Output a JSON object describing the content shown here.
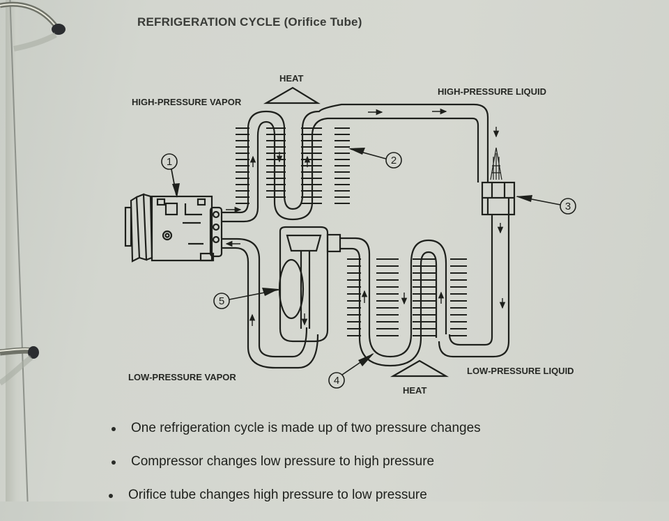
{
  "document": {
    "title": "REFRIGERATION CYCLE (Orifice Tube)"
  },
  "diagram": {
    "labels": {
      "high_pressure_vapor": "HIGH-PRESSURE VAPOR",
      "high_pressure_liquid": "HIGH-PRESSURE LIQUID",
      "low_pressure_vapor": "LOW-PRESSURE VAPOR",
      "low_pressure_liquid": "LOW-PRESSURE LIQUID",
      "heat_top": "HEAT",
      "heat_bottom": "HEAT"
    },
    "callouts": [
      {
        "number": "1",
        "component": "compressor"
      },
      {
        "number": "2",
        "component": "condenser"
      },
      {
        "number": "3",
        "component": "orifice-tube"
      },
      {
        "number": "4",
        "component": "evaporator"
      },
      {
        "number": "5",
        "component": "accumulator"
      }
    ]
  },
  "bullets": [
    "One refrigeration cycle is made up of two pressure changes",
    "Compressor changes low pressure to high pressure",
    "Orifice tube changes high pressure to low pressure"
  ]
}
